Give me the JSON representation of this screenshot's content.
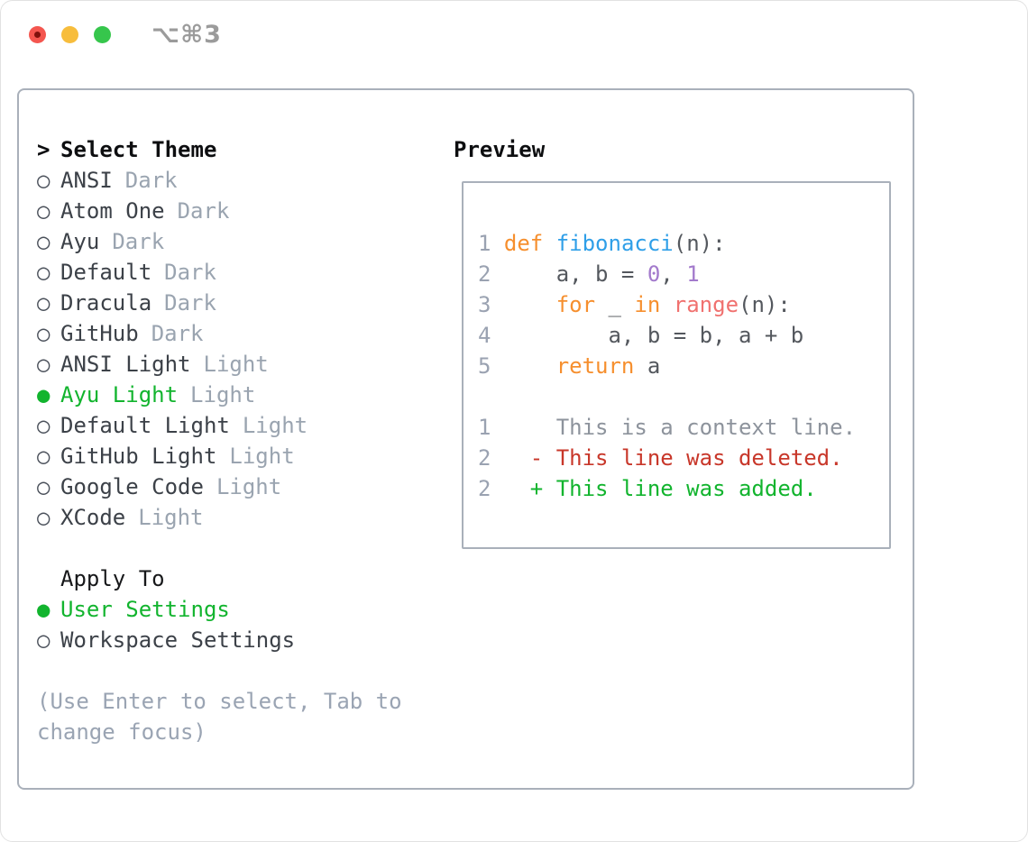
{
  "window": {
    "title_shortcut": "⌥⌘3",
    "traffic_lights": [
      "close",
      "minimize",
      "zoom"
    ]
  },
  "theme_list": {
    "header_prefix": ">",
    "header": "Select Theme",
    "items": [
      {
        "name": "ANSI",
        "tag": "Dark",
        "selected": false
      },
      {
        "name": "Atom One",
        "tag": "Dark",
        "selected": false
      },
      {
        "name": "Ayu",
        "tag": "Dark",
        "selected": false
      },
      {
        "name": "Default",
        "tag": "Dark",
        "selected": false
      },
      {
        "name": "Dracula",
        "tag": "Dark",
        "selected": false
      },
      {
        "name": "GitHub",
        "tag": "Dark",
        "selected": false
      },
      {
        "name": "ANSI Light",
        "tag": "Light",
        "selected": false
      },
      {
        "name": "Ayu Light",
        "tag": "Light",
        "selected": true
      },
      {
        "name": "Default Light",
        "tag": "Light",
        "selected": false
      },
      {
        "name": "GitHub Light",
        "tag": "Light",
        "selected": false
      },
      {
        "name": "Google Code",
        "tag": "Light",
        "selected": false
      },
      {
        "name": "XCode",
        "tag": "Light",
        "selected": false
      }
    ]
  },
  "apply_to": {
    "header": "Apply To",
    "options": [
      {
        "label": "User Settings",
        "selected": true
      },
      {
        "label": "Workspace Settings",
        "selected": false
      }
    ]
  },
  "hint": "(Use Enter to select, Tab to change focus)",
  "preview": {
    "header": "Preview",
    "code_lines": [
      {
        "num": "1",
        "segments": [
          {
            "t": "def",
            "c": "orange"
          },
          {
            "t": " ",
            "c": "fg"
          },
          {
            "t": "fibonacci",
            "c": "blue"
          },
          {
            "t": "(n):",
            "c": "fg"
          }
        ]
      },
      {
        "num": "2",
        "segments": [
          {
            "t": "    a, b = ",
            "c": "fg"
          },
          {
            "t": "0",
            "c": "purple"
          },
          {
            "t": ", ",
            "c": "fg"
          },
          {
            "t": "1",
            "c": "purple"
          }
        ]
      },
      {
        "num": "3",
        "segments": [
          {
            "t": "    ",
            "c": "fg"
          },
          {
            "t": "for",
            "c": "orange"
          },
          {
            "t": " _ ",
            "c": "fg"
          },
          {
            "t": "in",
            "c": "orange"
          },
          {
            "t": " ",
            "c": "fg"
          },
          {
            "t": "range",
            "c": "coral"
          },
          {
            "t": "(n):",
            "c": "fg"
          }
        ]
      },
      {
        "num": "4",
        "segments": [
          {
            "t": "        a, b = b, a + b",
            "c": "fg"
          }
        ]
      },
      {
        "num": "5",
        "segments": [
          {
            "t": "    ",
            "c": "fg"
          },
          {
            "t": "return",
            "c": "orange"
          },
          {
            "t": " a",
            "c": "fg"
          }
        ]
      },
      {
        "num": "",
        "segments": []
      },
      {
        "num": "1",
        "segments": [
          {
            "t": "    This is a context line.",
            "c": "context"
          }
        ]
      },
      {
        "num": "2",
        "segments": [
          {
            "t": "  - This line was deleted.",
            "c": "red"
          }
        ]
      },
      {
        "num": "2",
        "segments": [
          {
            "t": "  + This line was added.",
            "c": "green"
          }
        ]
      }
    ]
  },
  "colors": {
    "accent_green": "#12b42e",
    "orange": "#f68f2e",
    "blue": "#2f9fe8",
    "purple": "#a37acc",
    "coral": "#f0716f",
    "fg": "#54585e",
    "context": "#8d939c",
    "red": "#c8372a",
    "green": "#12b42e",
    "line_number": "#9aa2b1"
  }
}
